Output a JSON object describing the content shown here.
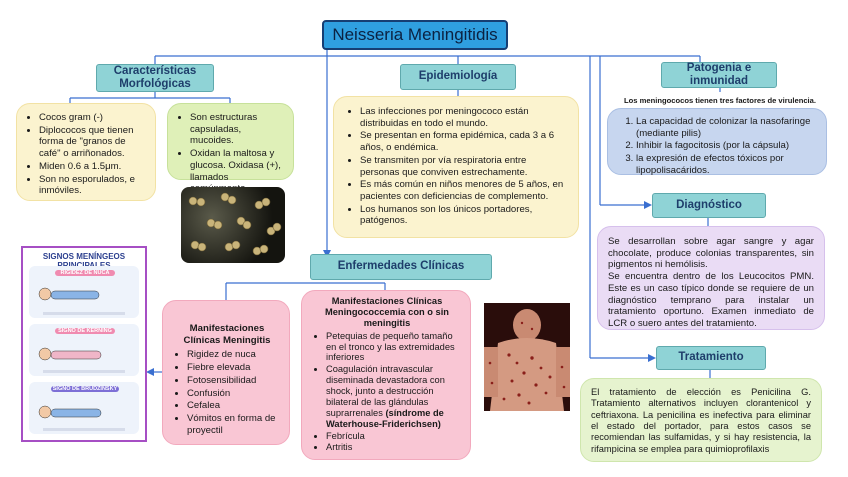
{
  "title": "Neisseria Meningitidis",
  "morf": {
    "heading": "Características Morfológicas",
    "left_items": [
      "Cocos gram (-)",
      "Diplococos que tienen forma de \"granos de café\" o arriñonados.",
      "Miden 0.6 a 1.5μm.",
      "Son no esporulados, e inmóviles."
    ],
    "right_items": [
      "Son estructuras capsuladas, mucoides.",
      "Oxidan la maltosa y glucosa. Oxidasa (+), llamados comúnmente meningococos."
    ]
  },
  "epi": {
    "heading": "Epidemiología",
    "items": [
      "Las infecciones por meningococo están distribuidas en todo el mundo.",
      "Se presentan en forma epidémica, cada 3 a 6 años, o endémica.",
      "Se transmiten por vía respiratoria entre personas que conviven estrechamente.",
      "Es más común en niños menores de 5 años, en pacientes con deficiencias de complemento.",
      "Los humanos son los únicos portadores, patógenos."
    ]
  },
  "pato": {
    "heading": "Patogenia e inmunidad",
    "intro": "Los meningococos tienen tres factores de virulencia.",
    "items": [
      "La capacidad de colonizar la nasofaringe (mediante pilis)",
      "Inhibir la fagocitosis (por la cápsula)",
      "la expresión de efectos tóxicos por lipopolisacáridos."
    ]
  },
  "diag": {
    "heading": "Diagnóstico",
    "p1": "Se desarrollan sobre agar sangre y agar chocolate, produce colonias transparentes, sin pigmentos ni hemólisis.",
    "p2": "Se encuentra dentro de los Leucocitos PMN. Este es un caso típico donde se requiere de un diagnóstico temprano para instalar un tratamiento oportuno. Examen inmediato de LCR o suero antes del tratamiento."
  },
  "clin": {
    "heading": "Enfermedades Clínicas",
    "meningitis_title": "Manifestaciones Clínicas Meningitis",
    "meningitis_items": [
      "Rigidez de nuca",
      "Fiebre elevada",
      "Fotosensibilidad",
      "Confusión",
      "Cefalea",
      "Vómitos en forma de proyectil"
    ],
    "mc_title": "Manifestaciones Clínicas Meningococcemia con o sin meningitis",
    "mc_items": [
      "Petequias de pequeño tamaño en el tronco y las extremidades inferiores",
      "Coagulación intravascular diseminada devastadora con shock, junto a destrucción bilateral de las glándulas suprarrenales",
      "Febrícula",
      "Artritis"
    ],
    "mc_bold": "(síndrome de Waterhouse-Friderichsen)"
  },
  "trat": {
    "heading": "Tratamiento",
    "text": "El tratamiento de elección es Penicilina G. Tratamiento alternativos incluyen clorantenicol y ceftriaxona. La penicilina es inefectiva para eliminar el estado del portador, para estos casos se recomiendan las sulfamidas, y si hay resistencia, la rifampicina se emplea para quimioprofilaxis"
  },
  "signs": {
    "title": "SIGNOS MENÍNGEOS PRINCIPALES",
    "labels": [
      "RIGIDEZ DE NUCA",
      "SIGNO DE KERNING",
      "SIGNO DE BRUDZINSKY"
    ]
  },
  "colors": {
    "title_bg": "#2f9fe0",
    "heading_bg": "#8fd3d6",
    "line": "#3a6fd0"
  }
}
